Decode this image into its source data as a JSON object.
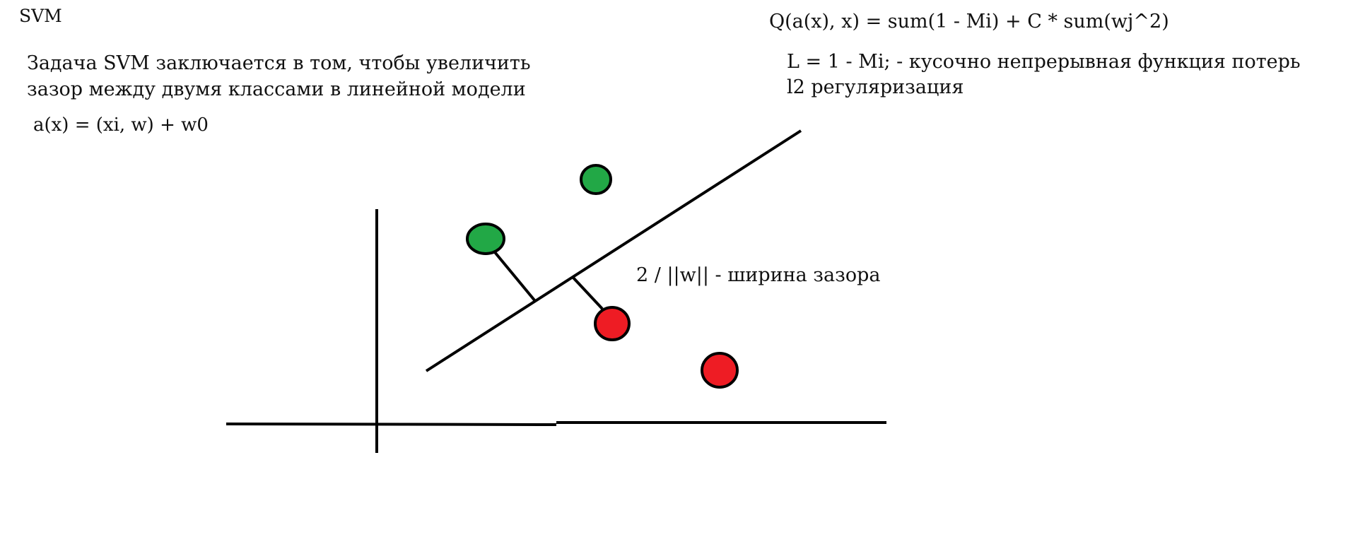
{
  "title": "SVM",
  "description": {
    "line1": "Задача SVM заключается в том, чтобы увеличить",
    "line2": "зазор между двумя классами в линейной модели"
  },
  "model_formula": "a(x) = (xi, w) + w0",
  "objective_formula": "Q(a(x), x) = sum(1 - Mi) + C * sum(wj^2)",
  "loss_note": "L = 1 - Mi;  - кусочно непрерывная функция потерь",
  "regularization_note": "l2 регуляризация",
  "margin_note": "2 / ||w|| - ширина зазора",
  "colors": {
    "class_positive": "#22a846",
    "class_negative": "#ee1c24",
    "stroke": "#000000"
  },
  "points": [
    {
      "class": "positive"
    },
    {
      "class": "positive"
    },
    {
      "class": "negative"
    },
    {
      "class": "negative"
    }
  ]
}
